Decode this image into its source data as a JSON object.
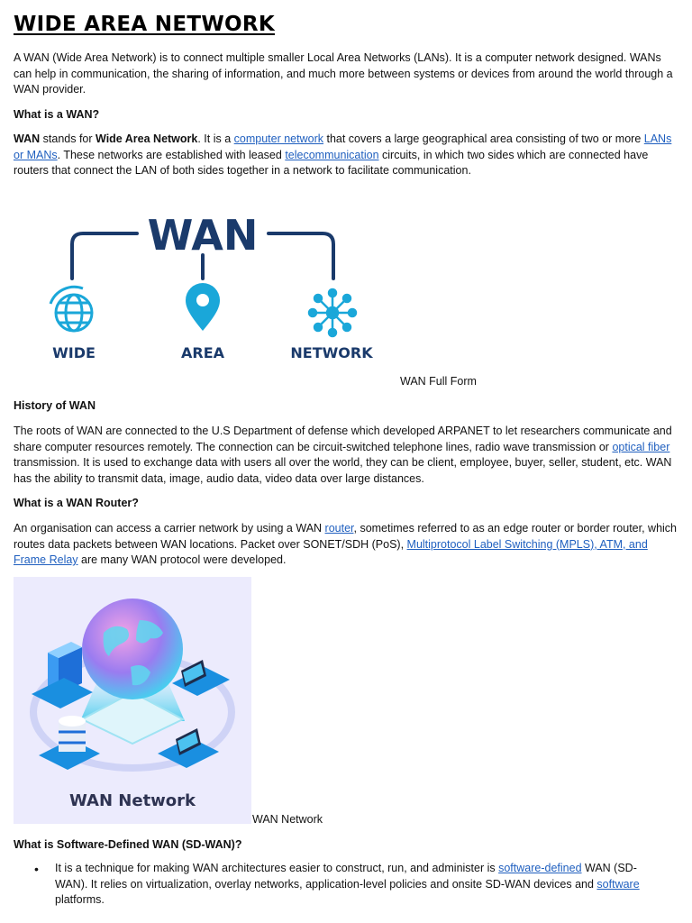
{
  "title": "WIDE  AREA NETWORK",
  "intro": "A WAN (Wide Area Network) is to connect multiple smaller Local Area Networks (LANs). It is a computer network designed. WANs can help in communication, the sharing of information, and much more between systems or devices from around the world through a WAN provider.",
  "s1": {
    "heading": "What is a WAN?",
    "t1": "WAN",
    "t2": " stands for ",
    "t3": "Wide Area Network",
    "t4": ". It is a ",
    "link1": "computer network",
    "t5": " that covers a large geographical area consisting of two or more ",
    "link2": "LANs or MANs",
    "t6": ". These networks are established with leased ",
    "link3": "telecommunication",
    "t7": " circuits, in which two sides which are connected have routers that connect the LAN of both sides together in a network to facilitate communication."
  },
  "figure1": {
    "logo_word": "WAN",
    "label1": "WIDE",
    "label2": "AREA",
    "label3": "NETWORK",
    "caption": "WAN Full Form",
    "color": "#1a3a6b",
    "icon_color": "#1aa7d9"
  },
  "s2": {
    "heading": "History of WAN",
    "t1": "The roots of WAN are connected to the U.S Department of defense which developed ARPANET to let researchers communicate and share computer resources remotely. The connection can be circuit-switched telephone lines, radio wave transmission or ",
    "link1": "optical fiber",
    "t2": " transmission. It is used to exchange data with users all over the world, they can be client, employee, buyer, seller, student, etc. WAN has the ability to transmit data, image, audio data, video data over large distances."
  },
  "s3": {
    "heading": "What is a WAN Router?",
    "t1": "An organisation can access a carrier network by using a WAN ",
    "link1": "router",
    "t2": ", sometimes referred to as an edge router or border router, which routes data packets between WAN locations. Packet over SONET/SDH (PoS), ",
    "link2": "Multiprotocol Label Switching (MPLS)",
    "t3": ", ",
    "link3": "ATM, and Frame Relay",
    "t4": " are many WAN protocol were developed."
  },
  "figure2": {
    "image_title": "WAN Network",
    "caption": "WAN Network"
  },
  "s4": {
    "heading": "What is Software-Defined WAN (SD-WAN)?",
    "bullet": "•",
    "t1": "It is a technique for making WAN architectures easier to construct, run, and administer is ",
    "link1": "software-defined",
    "t2": " WAN (SD-WAN). It relies on virtualization, overlay networks, application-level policies and onsite SD-WAN devices and ",
    "link2": "software",
    "t3": " platforms."
  },
  "colors": {
    "link": "#1f5fbf",
    "photo_bg": "#ecebfd"
  }
}
